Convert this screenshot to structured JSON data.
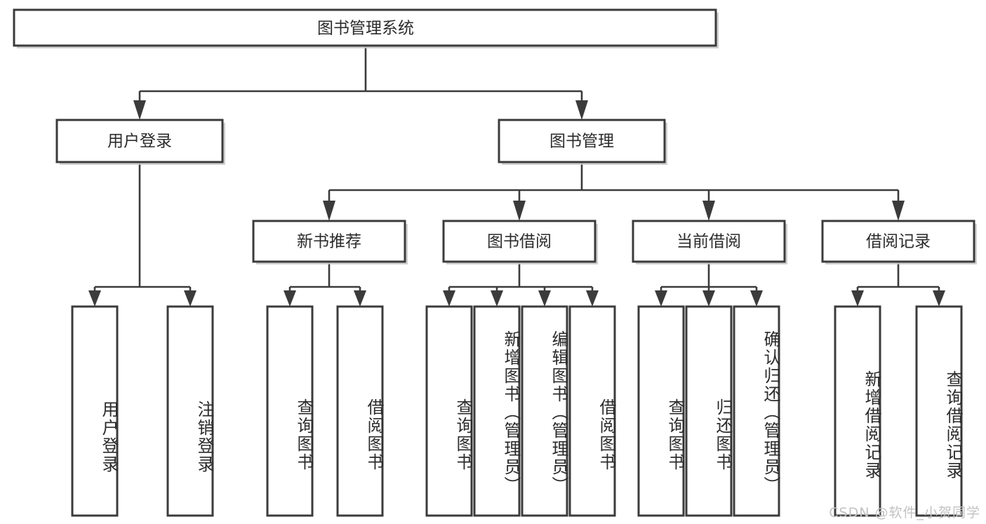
{
  "diagram": {
    "type": "tree",
    "title": "图书管理系统",
    "root": {
      "id": "root",
      "label": "图书管理系统",
      "orientation": "horizontal"
    },
    "level2": [
      {
        "id": "user-login",
        "label": "用户登录",
        "orientation": "horizontal"
      },
      {
        "id": "book-management",
        "label": "图书管理",
        "orientation": "horizontal"
      }
    ],
    "level3": [
      {
        "id": "new-book-recommend",
        "label": "新书推荐",
        "orientation": "horizontal",
        "parent": "book-management"
      },
      {
        "id": "book-borrow",
        "label": "图书借阅",
        "orientation": "horizontal",
        "parent": "book-management"
      },
      {
        "id": "current-borrow",
        "label": "当前借阅",
        "orientation": "horizontal",
        "parent": "book-management"
      },
      {
        "id": "borrow-record",
        "label": "借阅记录",
        "orientation": "horizontal",
        "parent": "book-management"
      }
    ],
    "leaves": [
      {
        "id": "leaf-user-login",
        "label": "用户登录",
        "orientation": "vertical",
        "parent": "user-login"
      },
      {
        "id": "leaf-user-logout",
        "label": "注销登录",
        "orientation": "vertical",
        "parent": "user-login"
      },
      {
        "id": "leaf-query-book-1",
        "label": "查询图书",
        "orientation": "vertical",
        "parent": "new-book-recommend"
      },
      {
        "id": "leaf-borrow-book-1",
        "label": "借阅图书",
        "orientation": "vertical",
        "parent": "new-book-recommend"
      },
      {
        "id": "leaf-query-book-2",
        "label": "查询图书",
        "orientation": "vertical",
        "parent": "book-borrow"
      },
      {
        "id": "leaf-add-book",
        "label": "新增图书（管理员）",
        "orientation": "vertical",
        "parent": "book-borrow"
      },
      {
        "id": "leaf-edit-book",
        "label": "编辑图书（管理员）",
        "orientation": "vertical",
        "parent": "book-borrow"
      },
      {
        "id": "leaf-borrow-book-2",
        "label": "借阅图书",
        "orientation": "vertical",
        "parent": "book-borrow"
      },
      {
        "id": "leaf-query-book-3",
        "label": "查询图书",
        "orientation": "vertical",
        "parent": "current-borrow"
      },
      {
        "id": "leaf-return-book",
        "label": "归还图书",
        "orientation": "vertical",
        "parent": "current-borrow"
      },
      {
        "id": "leaf-confirm-return",
        "label": "确认归还（管理员）",
        "orientation": "vertical",
        "parent": "current-borrow"
      },
      {
        "id": "leaf-add-record",
        "label": "新增借阅记录",
        "orientation": "vertical",
        "parent": "borrow-record"
      },
      {
        "id": "leaf-query-record",
        "label": "查询借阅记录",
        "orientation": "vertical",
        "parent": "borrow-record"
      }
    ]
  },
  "watermark": {
    "text": "CSDN @软件_小贺同学"
  },
  "colors": {
    "box_stroke": "#3b3b3b",
    "box_fill": "#ffffff",
    "connector": "#3b3b3b",
    "text": "#2b2b2b",
    "watermark": "#c2c2c2",
    "background": "#ffffff"
  }
}
